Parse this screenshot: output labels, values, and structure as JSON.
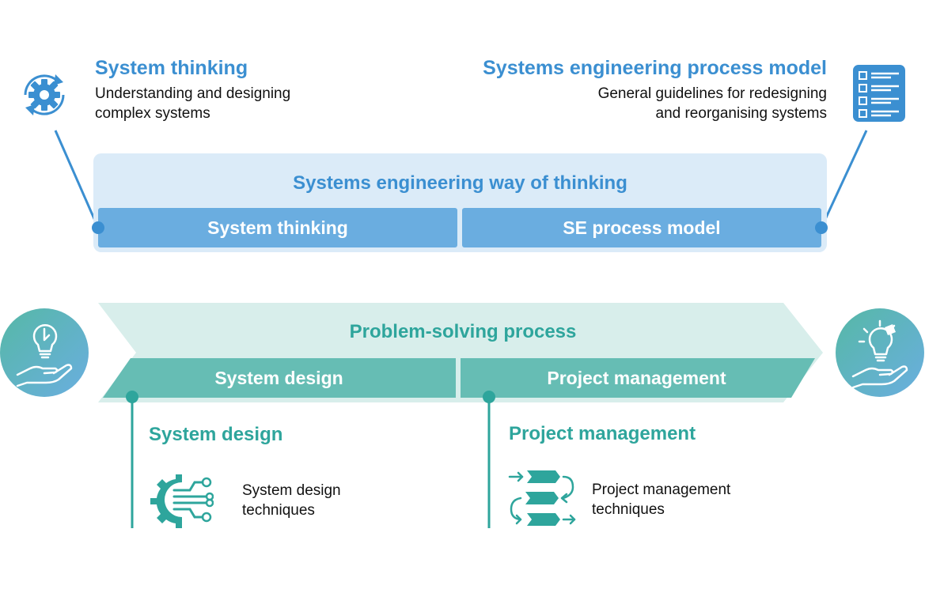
{
  "top": {
    "left_heading": "System thinking",
    "left_desc_line1": "Understanding and designing",
    "left_desc_line2": "complex systems",
    "right_heading": "Systems engineering process model",
    "right_desc_line1": "General guidelines for redesigning",
    "right_desc_line2": "and reorganising systems",
    "panel_title": "Systems engineering way of thinking",
    "bar_left": "System thinking",
    "bar_right": "SE process model"
  },
  "bottom": {
    "arrow_title": "Problem-solving process",
    "bar_left": "System design",
    "bar_right": "Project management",
    "left_heading": "System design",
    "left_item_line1": "System design",
    "left_item_line2": "techniques",
    "right_heading": "Project management",
    "right_item_line1": "Project management",
    "right_item_line2": "techniques"
  },
  "icons": {
    "top_left": "gear-cycle-icon",
    "top_right": "checklist-icon",
    "bottom_left": "hand-lightbulb-icon",
    "bottom_right": "hand-lightbulb-idea-icon",
    "design": "gear-circuit-icon",
    "pm": "process-flow-icon"
  },
  "colors": {
    "blue_title": "#3b8fd1",
    "blue_bar": "#6aade0",
    "blue_panel": "#dbebf8",
    "teal_title": "#2ea59c",
    "teal_bar": "#66bdb4",
    "teal_panel": "#d8eeeb"
  }
}
